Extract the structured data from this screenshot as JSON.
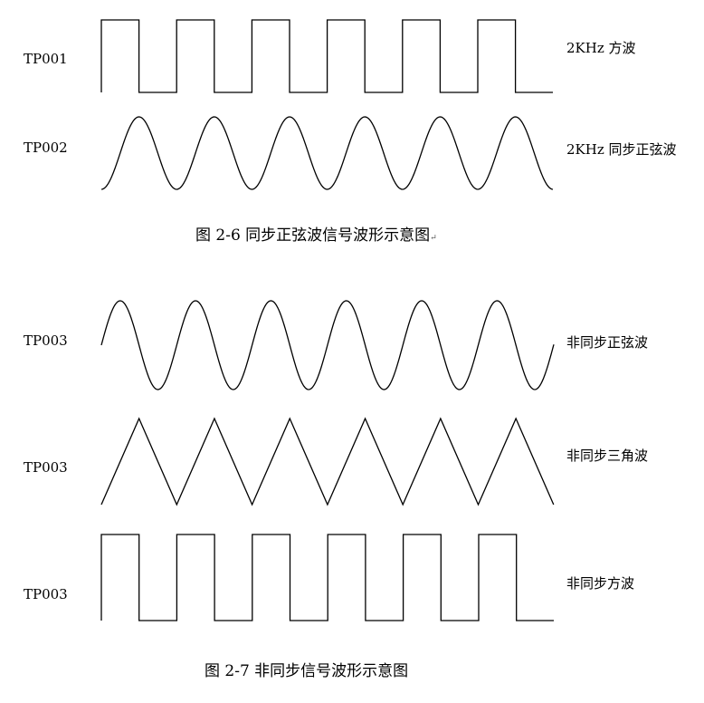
{
  "figure1": {
    "rows": [
      {
        "id": "tp001",
        "tp": "TP001",
        "type": "square-wave",
        "description": "2KHz 方波"
      },
      {
        "id": "tp002",
        "tp": "TP002",
        "type": "sine-wave",
        "description": "2KHz 同步正弦波"
      }
    ],
    "caption": "图 2-6  同步正弦波信号波形示意图",
    "caption_return_mark": "↵"
  },
  "figure2": {
    "rows": [
      {
        "id": "tp003-sine",
        "tp": "TP003",
        "type": "sine-wave",
        "description": "非同步正弦波"
      },
      {
        "id": "tp003-triangle",
        "tp": "TP003",
        "type": "triangle-wave",
        "description": "非同步三角波"
      },
      {
        "id": "tp003-square",
        "tp": "TP003",
        "type": "square-wave",
        "description": "非同步方波"
      }
    ],
    "caption": "图 2-7 非同步信号波形示意图"
  },
  "icons": {
    "paragraph-return": "return-mark-icon"
  }
}
